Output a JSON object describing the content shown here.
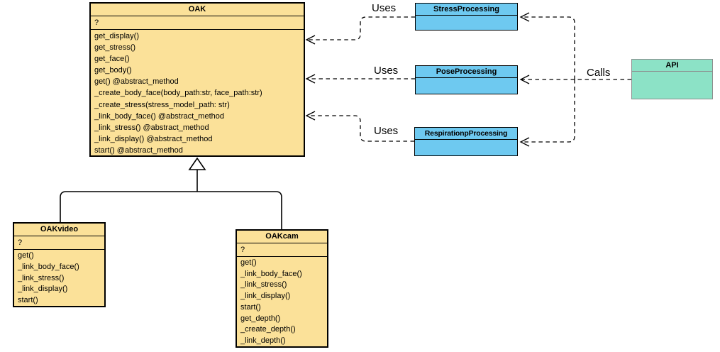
{
  "labels": {
    "uses": "Uses",
    "calls": "Calls"
  },
  "classes": {
    "oak": {
      "name": "OAK",
      "attributes": "?",
      "methods": [
        "get_display()",
        "get_stress()",
        "get_face()",
        "get_body()",
        "get() @abstract_method",
        "_create_body_face(body_path:str, face_path:str)",
        "_create_stress(stress_model_path: str)",
        "_link_body_face() @abstract_method",
        "_link_stress() @abstract_method",
        "_link_display() @abstract_method",
        "start() @abstract_method"
      ]
    },
    "oakvideo": {
      "name": "OAKvideo",
      "attributes": "?",
      "methods": [
        "get()",
        "_link_body_face()",
        "_link_stress()",
        "_link_display()",
        "start()"
      ]
    },
    "oakcam": {
      "name": "OAKcam",
      "attributes": "?",
      "methods": [
        "get()",
        "_link_body_face()",
        "_link_stress()",
        "_link_display()",
        "start()",
        "get_depth()",
        "_create_depth()",
        "_link_depth()"
      ]
    },
    "stress_processing": {
      "name": "StressProcessing"
    },
    "pose_processing": {
      "name": "PoseProcessing"
    },
    "respiration_processing": {
      "name": "RespirationpProcessing"
    },
    "api": {
      "name": "API"
    }
  },
  "colors": {
    "class_fill": "#FBE199",
    "processing_fill": "#6EC9F0",
    "api_fill": "#8CE2C6",
    "api_border": "#8C8C8C",
    "line": "#000000"
  }
}
